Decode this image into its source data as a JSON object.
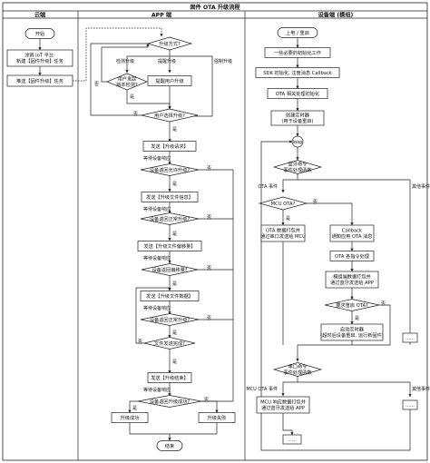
{
  "title": "固件 OTA 升级流程",
  "lanes": {
    "cloud": "云端",
    "app": "APP 端",
    "device": "设备端 (模组)"
  },
  "cloud": {
    "start": "开始",
    "create_task": [
      "涂鸦 IoT 平台:",
      "新建【固件升级】任务"
    ],
    "push_task": "推送【固件升级】任务"
  },
  "app": {
    "upgrade_mode": "升级方式?",
    "branch_check": "检测升级",
    "branch_remind": "提醒升级",
    "branch_force": "强制升级",
    "user_trigger": [
      "用户发起",
      "版本检测?"
    ],
    "remind_user": "提醒用户升级",
    "user_choose": "用户选择升级?",
    "send_request": "发送【升级请求】",
    "wait1": "等待设备响应",
    "allow_upgrade": "设备返回允许升级?",
    "send_file_info": "发送【升级文件信息】",
    "wait2": "等待设备响应",
    "normal1": "设备返回正常升级?",
    "send_offset": "发送【升级文件偏移量】",
    "wait3": "等待设备响应",
    "offset_ok": "设备返回偏移量?",
    "send_data": "发送【升级文件数据】",
    "wait4": "等待设备响应",
    "normal2": "设备返回正常升级?",
    "file_done": "文件发送完成?",
    "send_end": "发送【升级结束】",
    "wait5": "等待设备响应",
    "success_q": "设备返回升级成功?",
    "upgrade_ok": "升级成功",
    "upgrade_fail": "升级失败",
    "end": "结束"
  },
  "device": {
    "power_on": "上电 / 重启",
    "init_work": "一些必要的初始化工作",
    "sdk_init": "SDK 初始化, 注册消息 Callback",
    "ota_init": "OTA 相关处理初始化",
    "create_timer": [
      "创建定时器",
      "(用于设备重启)"
    ],
    "loop": "loop",
    "bt_event": [
      "蓝牙命令",
      "事件处理函数"
    ],
    "ota_event": "OTA 事件",
    "other_event": "其他事件",
    "mcu_ota": "MCU OTA?",
    "forward_mcu": [
      "OTA 数据打包并",
      "通过串口发送给 MCU"
    ],
    "callback": [
      "Callback",
      "通知应用 OTA 消息"
    ],
    "ota_cmd": "OTA 各指令处理",
    "pack_app": [
      "模组端数据打包并",
      "通过蓝牙发送给 APP"
    ],
    "ota_done": "要求重启 OTA?",
    "start_timer": [
      "启动定时器",
      "(超时后设备重启, 运行新固件)"
    ],
    "uart_event": [
      "串口命令",
      "事件处理函数"
    ],
    "mcu_ota_event": "MCU OTA 事件",
    "other_event2": "其他事件",
    "mcu_reply": [
      "MCU 响应数据打包并",
      "通过蓝牙发送给 APP"
    ],
    "ellipsis": "......"
  },
  "labels": {
    "yes": "是",
    "no": "否"
  }
}
